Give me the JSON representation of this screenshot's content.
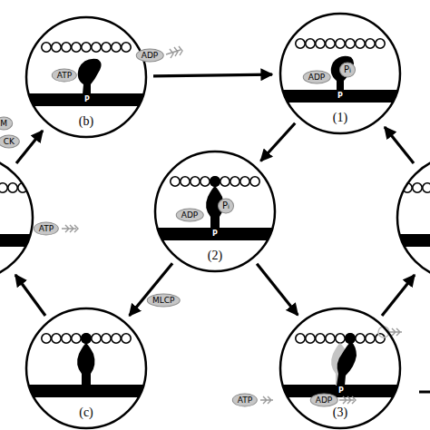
{
  "diagram": {
    "nodes": [
      {
        "text": [
          "ATP",
          "P",
          "(b)"
        ]
      },
      {
        "text": [
          "ADP",
          "Pi",
          "P",
          "(1)"
        ]
      },
      {
        "text": [
          "ADP",
          "Pi",
          "P",
          "(2)"
        ]
      },
      {
        "text": [
          "(c)"
        ]
      },
      {
        "text": [
          "P",
          "(3)"
        ]
      }
    ],
    "edges": [
      {
        "from": 0,
        "to": 1,
        "arrow": "to"
      },
      {
        "from": 1,
        "to": 2,
        "arrow": "to"
      },
      {
        "from": 2,
        "to": 3,
        "arrow": "to",
        "label": "MLCP"
      },
      {
        "from": 2,
        "to": 4,
        "arrow": "to"
      }
    ],
    "labels": [
      "ADP",
      "M",
      "CK",
      "ATP",
      "ATP",
      "ADP"
    ]
  }
}
